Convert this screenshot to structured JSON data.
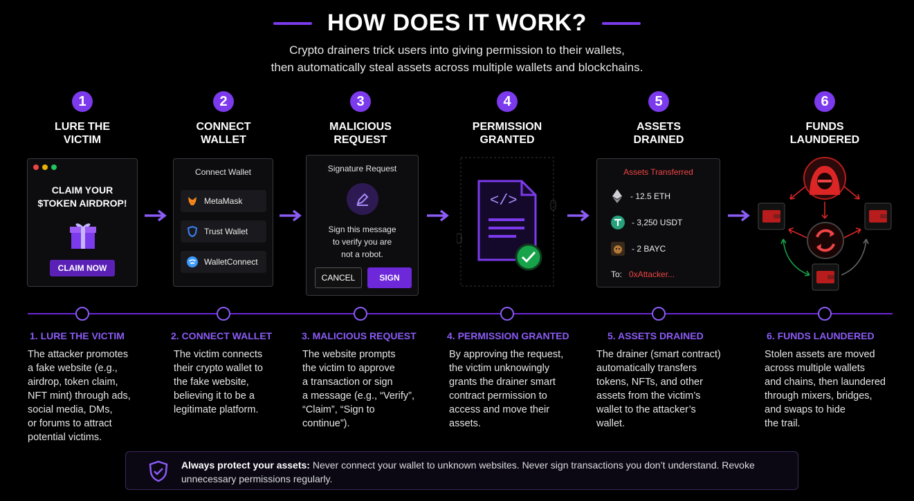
{
  "header": {
    "title": "HOW DOES IT WORK?",
    "subtitle_line1": "Crypto drainers trick users into giving permission to their wallets,",
    "subtitle_line2": "then automatically steal assets across multiple wallets and blockchains."
  },
  "steps": [
    {
      "num": "1",
      "name": "LURE THE\nVICTIM",
      "desc_title": "1. LURE THE VICTIM",
      "desc": "The attacker promotes\na fake website (e.g.,\nairdrop, token claim,\nNFT mint) through ads,\nsocial media, DMs,\nor forums to attract\npotential victims."
    },
    {
      "num": "2",
      "name": "CONNECT\nWALLET",
      "desc_title": "2. CONNECT WALLET",
      "desc": "The victim connects\ntheir crypto wallet to\nthe fake website,\nbelieving it to be a\nlegitimate platform."
    },
    {
      "num": "3",
      "name": "MALICIOUS\nREQUEST",
      "desc_title": "3. MALICIOUS REQUEST",
      "desc": "The website prompts\nthe victim to approve\na transaction or sign\na message (e.g., “Verify”,\n“Claim”, “Sign to\ncontinue”)."
    },
    {
      "num": "4",
      "name": "PERMISSION\nGRANTED",
      "desc_title": "4. PERMISSION GRANTED",
      "desc": "By approving the request,\nthe victim unknowingly\ngrants the drainer smart\ncontract permission to\naccess and move their\nassets."
    },
    {
      "num": "5",
      "name": "ASSETS\nDRAINED",
      "desc_title": "5. ASSETS DRAINED",
      "desc": "The drainer (smart contract)\nautomatically transfers\ntokens, NFTs, and other\nassets from the victim’s\nwallet to the attacker’s\nwallet."
    },
    {
      "num": "6",
      "name": "FUNDS\nLAUNDERED",
      "desc_title": "6. FUNDS LAUNDERED",
      "desc": "Stolen assets are moved\nacross multiple wallets\nand chains, then laundered\nthrough mixers, bridges,\nand swaps to hide\nthe trail."
    }
  ],
  "card1": {
    "text": "CLAIM YOUR\n$TOKEN AIRDROP!",
    "button": "CLAIM NOW"
  },
  "card2": {
    "title": "Connect Wallet",
    "wallets": [
      "MetaMask",
      "Trust Wallet",
      "WalletConnect"
    ]
  },
  "card3": {
    "title": "Signature Request",
    "text": "Sign this message\nto verify you are\nnot a robot.",
    "cancel": "CANCEL",
    "sign": "SIGN"
  },
  "card5": {
    "title": "Assets Transferred",
    "assets": [
      "- 12.5 ETH",
      "- 3,250 USDT",
      "- 2 BAYC"
    ],
    "to_label": "To:",
    "to_addr": "0xAttacker..."
  },
  "notice": {
    "bold": "Always protect your assets:",
    "text": " Never connect your wallet to unknown websites. Never sign transactions you don’t understand. Revoke unnecessary permissions regularly."
  },
  "colors": {
    "accent": "#7c3aed",
    "danger": "#ef4444",
    "success": "#22c55e"
  }
}
